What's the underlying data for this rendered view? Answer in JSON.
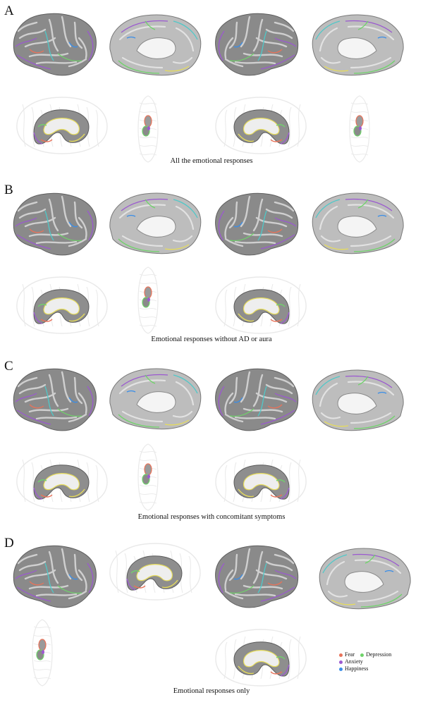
{
  "colors": {
    "fear": "#e8735a",
    "anxiety": "#9b59d0",
    "depression": "#6fd36a",
    "happiness": "#3a8ee8",
    "cyan": "#4fc8c8",
    "yellow": "#e6dc5a",
    "brain_dark": "#8a8a8a",
    "brain_light": "#cfcfcf",
    "brain_faint": "#e9e9e9"
  },
  "panels": [
    {
      "letter": "A",
      "caption": "All the emotional responses"
    },
    {
      "letter": "B",
      "caption": "Emotional responses without AD or aura"
    },
    {
      "letter": "C",
      "caption": "Emotional responses with concomitant symptoms"
    },
    {
      "letter": "D",
      "caption": "Emotional responses only"
    }
  ],
  "legend": {
    "fear": "Fear",
    "depression": "Depression",
    "anxiety": "Anxiety",
    "happiness": "Happiness"
  }
}
